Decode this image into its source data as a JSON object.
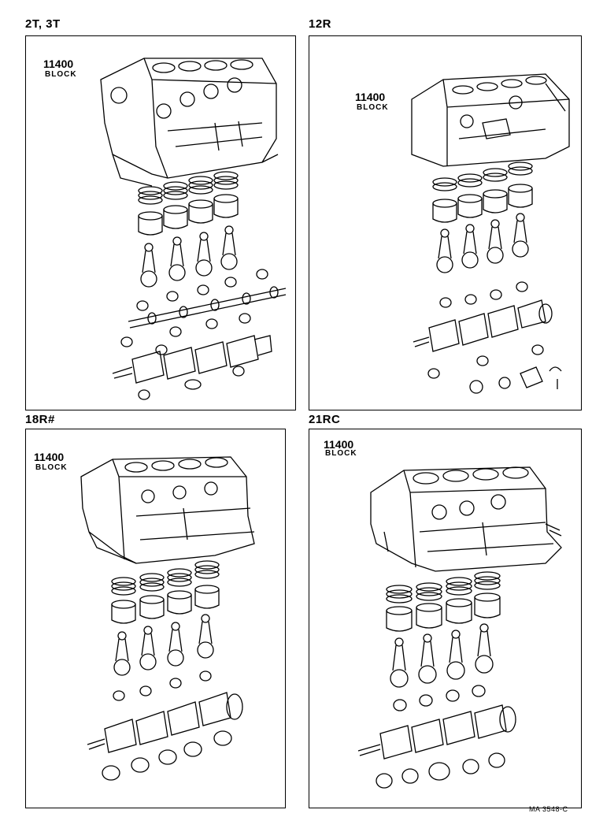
{
  "panels": [
    {
      "engine": "2T, 3T",
      "part_number": "11400",
      "part_name": "BLOCK"
    },
    {
      "engine": "12R",
      "part_number": "11400",
      "part_name": "BLOCK"
    },
    {
      "engine": "18R#",
      "part_number": "11400",
      "part_name": "BLOCK"
    },
    {
      "engine": "21RC",
      "part_number": "11400",
      "part_name": "BLOCK"
    }
  ],
  "footer": {
    "ref": "MA 3548-C"
  }
}
